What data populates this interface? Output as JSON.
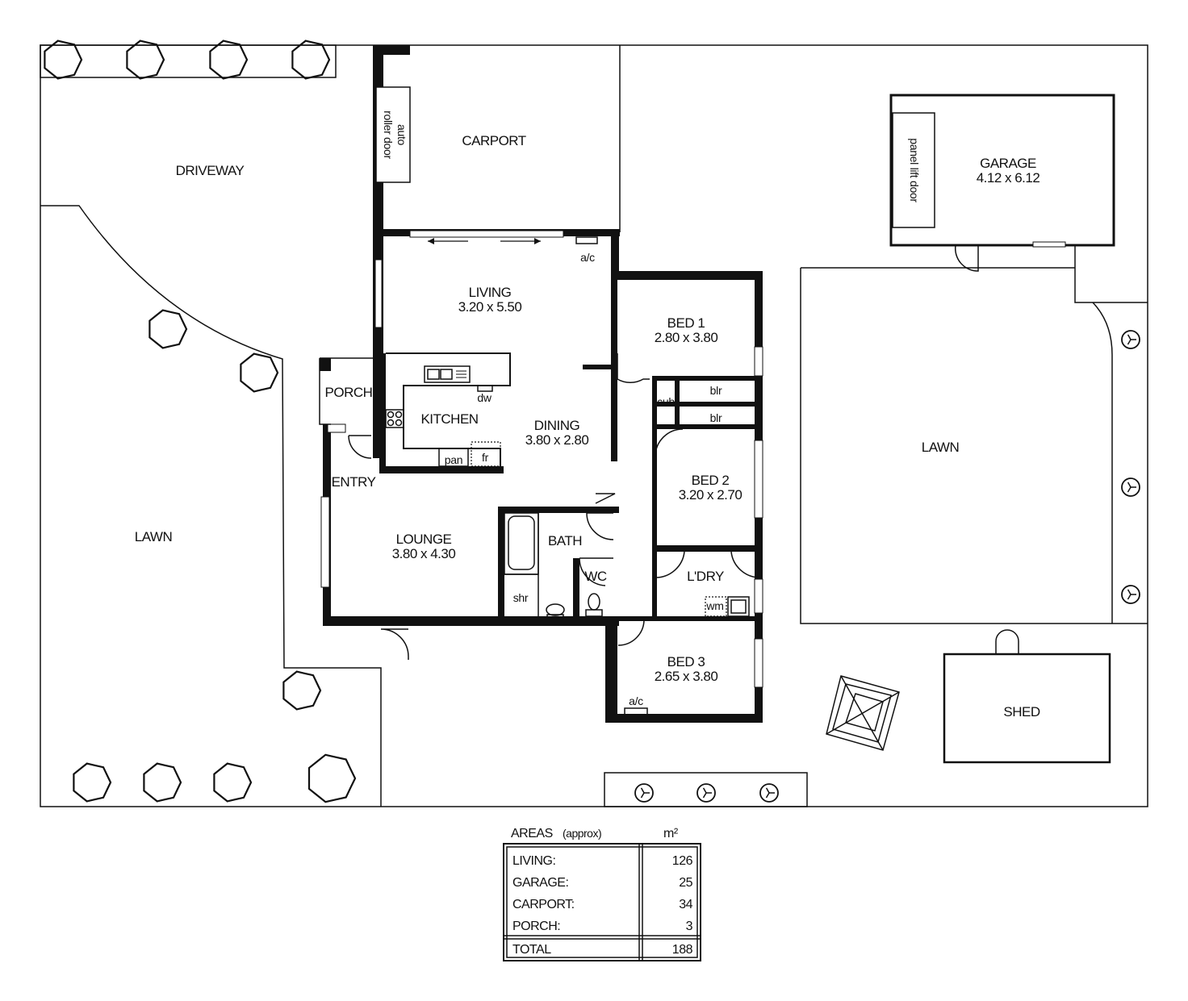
{
  "rooms": {
    "driveway": "DRIVEWAY",
    "carport": "CARPORT",
    "auto_roller_door_1": "auto",
    "auto_roller_door_2": "roller door",
    "living": "LIVING",
    "living_dim": "3.20 x 5.50",
    "ac_living": "a/c",
    "porch": "PORCH",
    "kitchen": "KITCHEN",
    "dw": "dw",
    "pan": "pan",
    "fr": "fr",
    "dining": "DINING",
    "dining_dim": "3.80 x 2.80",
    "entry": "ENTRY",
    "lounge": "LOUNGE",
    "lounge_dim": "3.80 x 4.30",
    "bath": "BATH",
    "shr": "shr",
    "wc": "WC",
    "bed1": "BED 1",
    "bed1_dim": "2.80 x 3.80",
    "blr1": "blr",
    "blr2": "blr",
    "cub": "cub",
    "bed2": "BED 2",
    "bed2_dim": "3.20 x 2.70",
    "ldry": "L'DRY",
    "wm": "wm",
    "bed3": "BED 3",
    "bed3_dim": "2.65 x 3.80",
    "ac_bed3": "a/c",
    "garage": "GARAGE",
    "garage_dim": "4.12 x 6.12",
    "panel_lift_door": "panel lift door",
    "lawn_left": "LAWN",
    "lawn_right": "LAWN",
    "shed": "SHED"
  },
  "areas": {
    "title": "AREAS",
    "title_note": "(approx)",
    "unit": "m²",
    "rows": [
      {
        "label": "LIVING:",
        "value": "126"
      },
      {
        "label": "GARAGE:",
        "value": "25"
      },
      {
        "label": "CARPORT:",
        "value": "34"
      },
      {
        "label": "PORCH:",
        "value": "3"
      }
    ],
    "total_label": "TOTAL",
    "total_value": "188"
  }
}
